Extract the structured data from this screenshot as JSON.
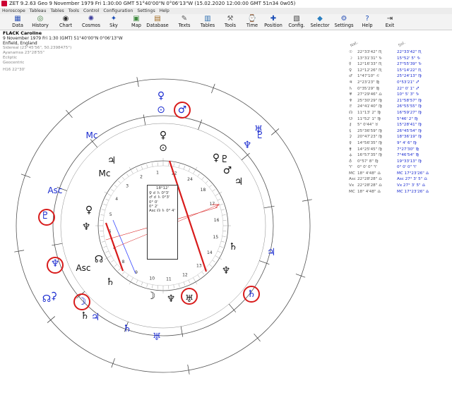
{
  "window": {
    "title": "ZET 9.2.63 Geo   9 November 1979  Fri   1:30:00 GMT 51°40'00\"N  0°06'13\"W  (15.02.2020  12:00:00 GMT 51n34 0w05)"
  },
  "menu": [
    "Horoscope",
    "Tableau",
    "Tables",
    "Tools",
    "Control",
    "Configuration",
    "Settings",
    "Help"
  ],
  "toolbar": [
    {
      "label": "Data",
      "icon": "data-icon",
      "glyph": "▦",
      "color": "#2f55b8"
    },
    {
      "label": "History",
      "icon": "history-icon",
      "glyph": "◎",
      "color": "#3a7a3a"
    },
    {
      "label": "Chart",
      "icon": "chart-icon",
      "glyph": "◉",
      "color": "#2a2a2a"
    },
    {
      "label": "Cosmos",
      "icon": "cosmos-icon",
      "glyph": "✺",
      "color": "#3c3c9c"
    },
    {
      "label": "Sky",
      "icon": "sky-icon",
      "glyph": "✦",
      "color": "#1b4db5"
    },
    {
      "label": "Map",
      "icon": "map-icon",
      "glyph": "▣",
      "color": "#3f8a3f"
    },
    {
      "label": "Database",
      "icon": "database-icon",
      "glyph": "▤",
      "color": "#a06a20"
    },
    {
      "label": "Texts",
      "icon": "texts-icon",
      "glyph": "✎",
      "color": "#5a5a5a"
    },
    {
      "label": "Tables",
      "icon": "tables-icon",
      "glyph": "▥",
      "color": "#2f6fb0"
    },
    {
      "label": "Tools",
      "icon": "tools-icon",
      "glyph": "⚒",
      "color": "#666"
    },
    {
      "label": "Time",
      "icon": "time-icon",
      "glyph": "⌚",
      "color": "#b02020"
    },
    {
      "label": "Position",
      "icon": "position-icon",
      "glyph": "✚",
      "color": "#1b4db5"
    },
    {
      "label": "Config.",
      "icon": "config-icon",
      "glyph": "▧",
      "color": "#444"
    },
    {
      "label": "Selector",
      "icon": "selector-icon",
      "glyph": "◆",
      "color": "#2a7fc0"
    },
    {
      "label": "Settings",
      "icon": "settings-icon",
      "glyph": "⚙",
      "color": "#2f55b8"
    },
    {
      "label": "Help",
      "icon": "help-icon",
      "glyph": "?",
      "color": "#1b4db5"
    },
    {
      "label": "Exit",
      "icon": "exit-icon",
      "glyph": "⇥",
      "color": "#333"
    }
  ],
  "info": {
    "name": "FLACK Caroline",
    "datetime": "9 November 1979  Fri   1:30 (GMT) 51°40'00\"N  0°06'13\"W",
    "place": "Enfield, England",
    "sidereal": "Sidereal (23°45'56\", 50.2398475°)",
    "ayanamsa": "Ayanamsa 23°28'55\"",
    "plane": "Ecliptic",
    "centric": "Geocentric",
    "house": "H16 22°30'"
  },
  "aspect_box": {
    "header": "18°12'",
    "rows": [
      "♀ ☌ ♄   0°3'",
      "♂ ☌ ♄   0°3'",
      "     0° 0'",
      "     0° 2'",
      "Asc ☊ ♄  0° 4'"
    ]
  },
  "positions": {
    "header_nat": "Nat.",
    "header_sol": "Sol.",
    "rows": [
      {
        "g": "☉",
        "nat": "22°33'42\" ♏",
        "sol": "22°33'42\" ♏"
      },
      {
        "g": "☽",
        "nat": "13°31'31\" ♑",
        "sol": "15°52' 5\" ♑"
      },
      {
        "g": "☿",
        "nat": "12°16'33\" ♏",
        "sol": "27°55'39\" ♑"
      },
      {
        "g": "♀",
        "nat": "12°12'26\" ♏",
        "sol": "15°14'22\" ♏"
      },
      {
        "g": "♂",
        "nat": "1°47'10\" ♌",
        "sol": "25°24'13\" ♍"
      },
      {
        "g": "♃",
        "nat": "2°23'23\" ♍",
        "sol": "0°53'21\" ♐"
      },
      {
        "g": "♄",
        "nat": "0°35'29\" ♍",
        "sol": "22° 0' 1\" ♐"
      },
      {
        "g": "♅",
        "nat": "27°29'46\" ♎",
        "sol": "10° 5' 3\" ♑"
      },
      {
        "g": "♆",
        "nat": "25°30'29\" ♍",
        "sol": "21°58'57\" ♍"
      },
      {
        "g": "♇",
        "nat": "24°41'40\" ♍",
        "sol": "26°55'55\" ♍"
      },
      {
        "g": "☊",
        "nat": "11°13' 2\" ♍",
        "sol": "16°59'27\" ♍"
      },
      {
        "g": "☋",
        "nat": "11°52' 1\" ♍",
        "sol": "5°46' 2\" ♍"
      },
      {
        "g": "⚷",
        "nat": "5° 0'44\" ♉",
        "sol": "15°28'41\" ♍"
      },
      {
        "g": "⚸",
        "nat": "25°36'59\" ♍",
        "sol": "26°45'54\" ♍"
      },
      {
        "g": "⚳",
        "nat": "20°47'23\" ♍",
        "sol": "18°36'19\" ♍"
      },
      {
        "g": "⚴",
        "nat": "14°56'35\" ♍",
        "sol": "9° 4' 6\" ♍"
      },
      {
        "g": "⚵",
        "nat": "14°25'45\" ♍",
        "sol": "7°27'30\" ♍"
      },
      {
        "g": "⚶",
        "nat": "16°57'35\" ♍",
        "sol": "7°46'54\" ♍"
      },
      {
        "g": "♁",
        "nat": "0°57' 8\" ♍",
        "sol": "19°33'13\" ♍"
      },
      {
        "g": "♈",
        "nat": "0° 0' 0\" ♈",
        "sol": "0° 0' 0\" ♈"
      },
      {
        "g": "MC",
        "nat": "18° 4'48\" ♎",
        "sol": "MC 17°23'26\" ♎"
      },
      {
        "g": "Asc",
        "nat": "22°28'28\" ♎",
        "sol": "Asc 27° 3' 5\" ♎"
      },
      {
        "g": "Vx",
        "nat": "22°28'28\" ♎",
        "sol": "Vx 27° 3' 5\" ♎"
      },
      {
        "g": "MC",
        "nat": "18° 4'48\" ♎",
        "sol": "MC 17°23'26\" ♎"
      }
    ]
  },
  "wheel": {
    "labels": [
      "Mc",
      "Asc",
      "Mc",
      "Asc"
    ],
    "house_numbers": [
      "22",
      "24",
      "18",
      "17",
      "16",
      "15",
      "14",
      "13",
      "12",
      "11",
      "10",
      "9",
      "8",
      "7",
      "6",
      "5",
      "4",
      "3",
      "2",
      "1"
    ],
    "glyphs_blue": [
      "♀",
      "⊙",
      "♂",
      "♃",
      "♅",
      "♆",
      "♇",
      "♄",
      "☊",
      "☽",
      "⚳",
      "♃",
      "♄",
      "♅",
      "♆",
      "♇"
    ],
    "glyphs_black": [
      "♀",
      "⊙",
      "♀",
      "♂",
      "♇",
      "♃",
      "♄",
      "♆",
      "♅",
      "☽",
      "♄",
      "♆",
      "☊",
      "♀",
      "♃",
      "♄",
      "♆"
    ],
    "circled_red": [
      "♂",
      "☿",
      "♆",
      "☽",
      "☊",
      "♄"
    ],
    "blue_color": "#1a2bd0",
    "red_color": "#d81b1b"
  }
}
